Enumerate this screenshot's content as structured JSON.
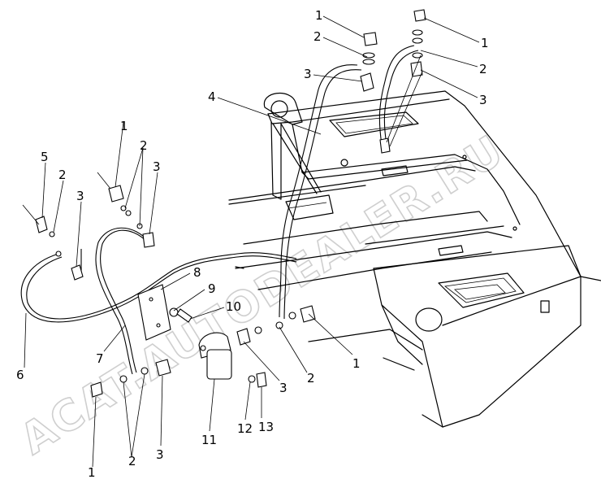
{
  "watermark": {
    "text": "ACAT.AUTODEALER.RU"
  },
  "callouts": [
    {
      "id": "c1",
      "label": "1"
    },
    {
      "id": "c2",
      "label": "2"
    },
    {
      "id": "c3",
      "label": "3"
    },
    {
      "id": "c4",
      "label": "1"
    },
    {
      "id": "c5",
      "label": "2"
    },
    {
      "id": "c6",
      "label": "3"
    },
    {
      "id": "c7",
      "label": "4"
    },
    {
      "id": "c8",
      "label": "5"
    },
    {
      "id": "c9",
      "label": "2"
    },
    {
      "id": "c10",
      "label": "3"
    },
    {
      "id": "c11",
      "label": "1"
    },
    {
      "id": "c12",
      "label": "2"
    },
    {
      "id": "c13",
      "label": "3"
    },
    {
      "id": "c14",
      "label": "6"
    },
    {
      "id": "c15",
      "label": "7"
    },
    {
      "id": "c16",
      "label": "8"
    },
    {
      "id": "c17",
      "label": "9"
    },
    {
      "id": "c18",
      "label": "10"
    },
    {
      "id": "c19",
      "label": "1"
    },
    {
      "id": "c20",
      "label": "2"
    },
    {
      "id": "c21",
      "label": "3"
    },
    {
      "id": "c22",
      "label": "11"
    },
    {
      "id": "c23",
      "label": "12"
    },
    {
      "id": "c24",
      "label": "13"
    },
    {
      "id": "c25",
      "label": "1"
    },
    {
      "id": "c26",
      "label": "2"
    },
    {
      "id": "c27",
      "label": "3"
    }
  ]
}
